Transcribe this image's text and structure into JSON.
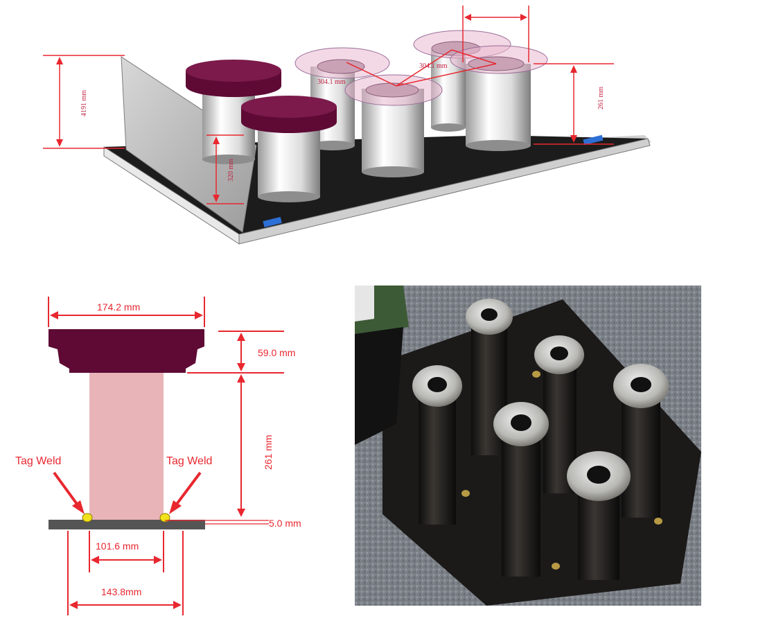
{
  "figure": {
    "top_view": {
      "dim_height_left": "4191 mm",
      "dim_height_inner": "320 mm",
      "dim_height_right": "261 mm",
      "dim_pitch_a": "304.1 mm",
      "dim_pitch_b": "304.1 mm"
    },
    "section_view": {
      "cap_width": "174.2 mm",
      "cap_height": "59.0 mm",
      "column_height": "261 mm",
      "plate_thickness": "5.0 mm",
      "inner_diameter": "101.6 mm",
      "outer_diameter": "143.8mm",
      "weld_label_left": "Tag Weld",
      "weld_label_right": "Tag Weld"
    },
    "colors": {
      "cap": "#5e0a35",
      "column": "#e8b4b8",
      "plate": "#1a1a1a",
      "dimension": "#e8272f",
      "weld": "#f2e21a"
    }
  }
}
